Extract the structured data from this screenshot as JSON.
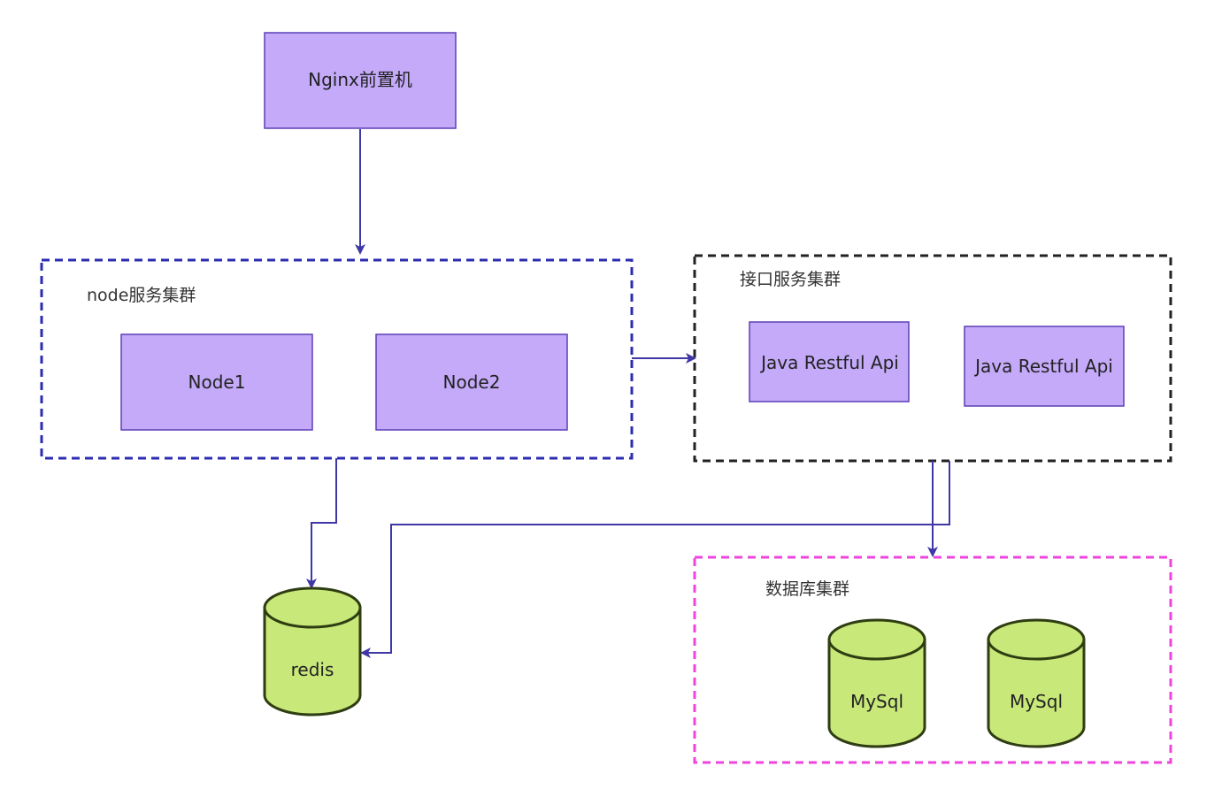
{
  "nodes": {
    "nginx": "Nginx前置机",
    "node1": "Node1",
    "node2": "Node2",
    "api1": "Java Restful Api",
    "api2": "Java Restful Api",
    "redis": "redis",
    "mysql1": "MySql",
    "mysql2": "MySql"
  },
  "groups": {
    "node_cluster": "node服务集群",
    "api_cluster": "接口服务集群",
    "db_cluster": "数据库集群"
  },
  "colors": {
    "box_fill": "#c4aaf9",
    "box_stroke": "#5b3fb6",
    "db_fill": "#c9e87a",
    "db_stroke": "#2f3d12",
    "edge": "#3f37a6",
    "node_group_border": "#2c2cb0",
    "api_group_border": "#222222",
    "db_group_border": "#ee44dd"
  }
}
